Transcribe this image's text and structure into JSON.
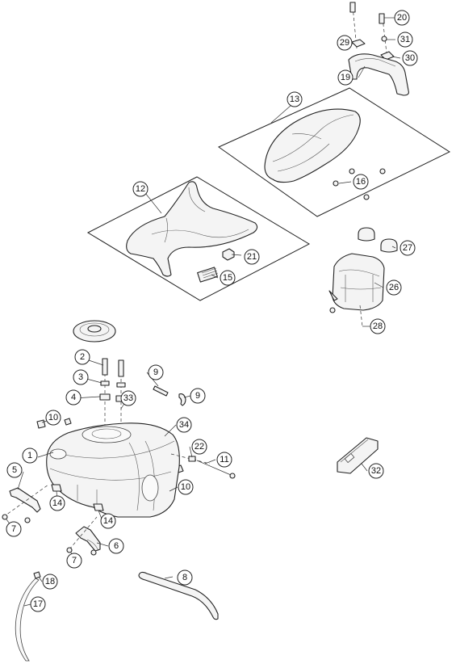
{
  "callouts": [
    {
      "id": "1",
      "label": "1"
    },
    {
      "id": "2",
      "label": "2"
    },
    {
      "id": "3",
      "label": "3"
    },
    {
      "id": "4",
      "label": "4"
    },
    {
      "id": "5",
      "label": "5"
    },
    {
      "id": "6",
      "label": "6"
    },
    {
      "id": "7a",
      "label": "7"
    },
    {
      "id": "7b",
      "label": "7"
    },
    {
      "id": "8",
      "label": "8"
    },
    {
      "id": "9a",
      "label": "9"
    },
    {
      "id": "9b",
      "label": "9"
    },
    {
      "id": "10a",
      "label": "10"
    },
    {
      "id": "10b",
      "label": "10"
    },
    {
      "id": "11",
      "label": "11"
    },
    {
      "id": "12",
      "label": "12"
    },
    {
      "id": "13",
      "label": "13"
    },
    {
      "id": "14a",
      "label": "14"
    },
    {
      "id": "14b",
      "label": "14"
    },
    {
      "id": "15",
      "label": "15"
    },
    {
      "id": "16",
      "label": "16"
    },
    {
      "id": "17",
      "label": "17"
    },
    {
      "id": "18",
      "label": "18"
    },
    {
      "id": "19",
      "label": "19"
    },
    {
      "id": "20",
      "label": "20"
    },
    {
      "id": "21",
      "label": "21"
    },
    {
      "id": "22",
      "label": "22"
    },
    {
      "id": "26",
      "label": "26"
    },
    {
      "id": "27",
      "label": "27"
    },
    {
      "id": "28",
      "label": "28"
    },
    {
      "id": "29",
      "label": "29"
    },
    {
      "id": "30",
      "label": "30"
    },
    {
      "id": "31",
      "label": "31"
    },
    {
      "id": "32",
      "label": "32"
    },
    {
      "id": "33",
      "label": "33"
    },
    {
      "id": "34",
      "label": "34"
    }
  ]
}
